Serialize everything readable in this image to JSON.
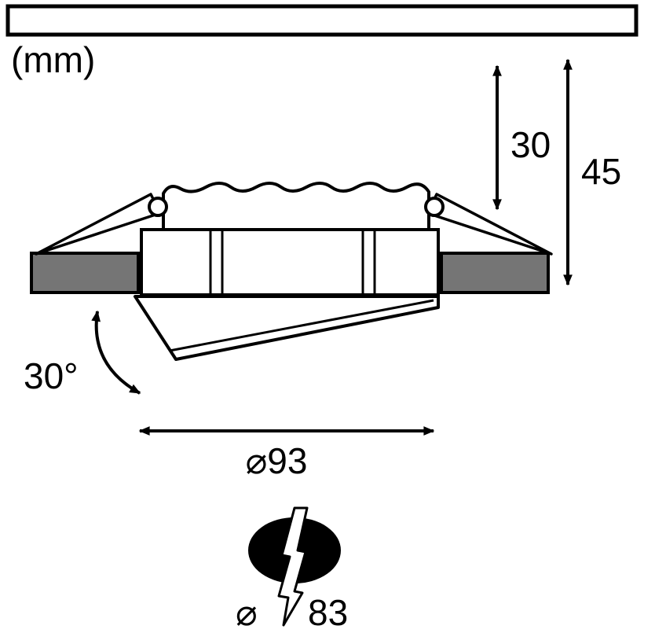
{
  "unit_label": "(mm)",
  "dimensions": {
    "recess_depth": "30",
    "total_height": "45",
    "tilt_angle": "30°",
    "outer_diameter": "⌀93",
    "cutout_symbol": "⌀",
    "cutout_value": "83"
  },
  "colors": {
    "line": "#000000",
    "flange_gray": "#757575",
    "cutout_fill": "#000000",
    "background": "#ffffff"
  }
}
